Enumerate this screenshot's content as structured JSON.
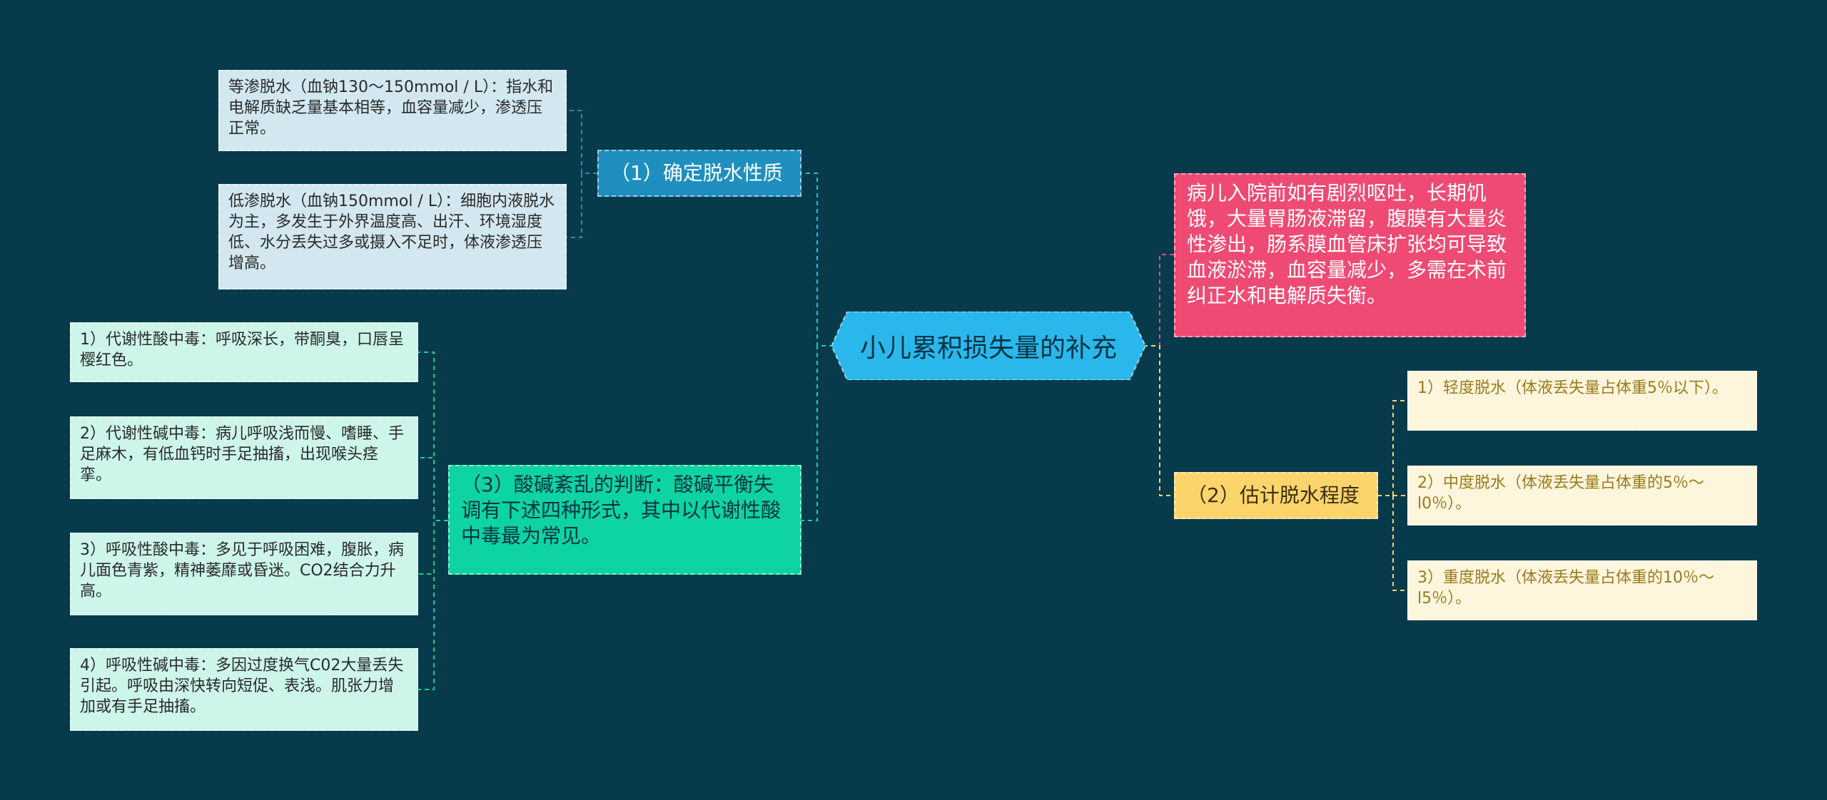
{
  "root": {
    "label": "小儿累积损失量的补充"
  },
  "branches": {
    "nature": {
      "label": "（1）确定脱水性质",
      "items": [
        "等渗脱水（血钠130～150mmol / L）：指水和电解质缺乏量基本相等，血容量减少，渗透压正常。",
        "低渗脱水（血钠150mmol / L）：细胞内液脱水为主，多发生于外界温度高、出汗、环境湿度低、水分丢失过多或摄入不足时，体液渗透压增高。"
      ]
    },
    "acid_base": {
      "label": "（3）酸碱紊乱的判断：酸碱平衡失调有下述四种形式，其中以代谢性酸中毒最为常见。",
      "items": [
        "1）代谢性酸中毒：呼吸深长，带酮臭，口唇呈樱红色。",
        "2）代谢性碱中毒：病儿呼吸浅而慢、嗜睡、手足麻木，有低血钙时手足抽搐，出现喉头痉挛。",
        "3）呼吸性酸中毒：多见于呼吸困难，腹胀，病儿面色青紫，精神萎靡或昏迷。CO2结合力升高。",
        "4）呼吸性碱中毒：多因过度换气C02大量丢失引起。呼吸由深快转向短促、表浅。肌张力增加或有手足抽搐。"
      ]
    },
    "preop": {
      "label": "病儿入院前如有剧烈呕吐，长期饥饿，大量胃肠液滞留，腹膜有大量炎性渗出，肠系膜血管床扩张均可导致血液淤滞，血容量减少，多需在术前纠正水和电解质失衡。"
    },
    "degree": {
      "label": "（2）估计脱水程度",
      "items": [
        "1）轻度脱水（体液丢失量占体重5％以下）。",
        "2）中度脱水（体液丢失量占体重的5％～l0％）。",
        "3）重度脱水（体液丢失量占体重的10％～l5％）。"
      ]
    }
  },
  "colors": {
    "background": "#073a4b",
    "root": "#2ab8ec",
    "nature": "#1e8fbf",
    "acid_base": "#0dd4a1",
    "preop": "#ef4a73",
    "degree": "#fcd46c",
    "leaf_blue": "#d2e7f0",
    "leaf_mint": "#cdf5ea",
    "leaf_yellow": "#fdf6dd"
  }
}
